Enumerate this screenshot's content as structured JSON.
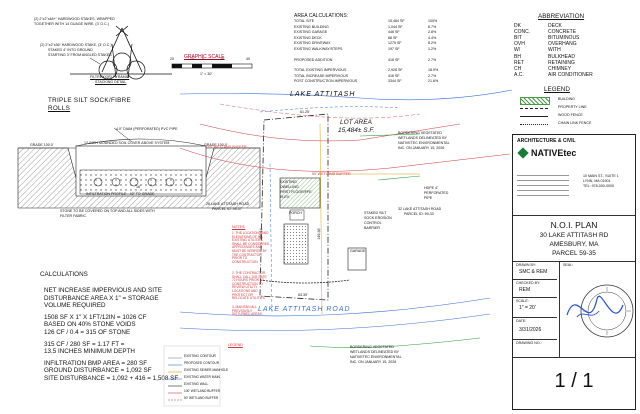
{
  "detail": {
    "stake_note_line1": "(2) 2\"x2\"x48+\" HARDWOOD STAKES, WRAPPED",
    "stake_note_line2": "TOGETHER WITH 14 GUAGE WIRE. (3' O.C.)",
    "stake_note2_line1": "(2) 2\"x2\"x36\" HARDWOOD STAKE, (3' O.C.)",
    "stake_note2_line2": "STAKED 4\" INTO GROUND",
    "stake_note2_line3": "STARTING 3' FROM ANGLED STAKES",
    "filter_label_line1": "FILTREXX(R) PYRAMID",
    "filter_label_line2": "STACKING DETAIL",
    "silt_title_line1": "TRIPLE SILT SOCK/FIBRE",
    "silt_title_line2": "ROLLS",
    "pipe_label": "4.0\" DIAM (PERFORATED) PVC PIPE",
    "mound_label": "12-INCH MOUNDED SOIL COVER ABOVE SYSTEM",
    "grade_left": "GRADE 100.0'",
    "grade_right": "GRADE 100.0'",
    "profile_label": "INFILTRATION PROFILE - 42\" TO GRADE",
    "stone_dims": "18'",
    "wrap_note_line1": "STONE TO BE COVERED ON TOP AND ALL SIDES WITH",
    "wrap_note_line2": "FILTER FABRIC"
  },
  "scale": {
    "title": "GRAPHIC SCALE",
    "ticks": [
      "20",
      "10",
      "0",
      "20",
      "40"
    ],
    "unit": "1\" = 30'"
  },
  "area_calc": {
    "title": "AREA CALCULATIONS:",
    "rows": [
      {
        "label": "TOTAL SITE",
        "value": "15,484 SF",
        "pct": "100%"
      },
      {
        "label": "EXISTING BUILDING",
        "value": "1,044 SF",
        "pct": "6.7%"
      },
      {
        "label": "EXISTING GARAGE",
        "value": "446 SF",
        "pct": "2.8%"
      },
      {
        "label": "EXISTING DECK",
        "value": "68 SF",
        "pct": "4.4%"
      },
      {
        "label": "EXISTING DRIVEWAY",
        "value": "1275 SF",
        "pct": "8.2%"
      },
      {
        "label": "EXISTING WALKWAY/STEPS",
        "value": "197 SF",
        "pct": "1.2%"
      }
    ],
    "proposed_label": "PROPOSED ADDITION",
    "proposed_value": "416 SF",
    "proposed_pct": "2.7%",
    "summary": [
      {
        "label": "TOTAL EXISTING IMPERVIOUS",
        "value": "2,928 SF",
        "pct": "18.9%"
      },
      {
        "label": "TOTAL INCREASE IMPERVIOUS",
        "value": "416 SF",
        "pct": "2.7%"
      },
      {
        "label": "POST CONSTRUCTION IMPERVIOUS",
        "value": "3344 SF",
        "pct": "21.6%"
      }
    ]
  },
  "abbreviation": {
    "title": "ABBREVIATION",
    "rows": [
      {
        "k": "DK",
        "v": "DECK"
      },
      {
        "k": "CONC.",
        "v": "CONCRETE"
      },
      {
        "k": "BIT",
        "v": "BITUMINOUS"
      },
      {
        "k": "OVH",
        "v": "OVERHANG"
      },
      {
        "k": "W/",
        "v": "WITH"
      },
      {
        "k": "BH",
        "v": "BULKHEAD"
      },
      {
        "k": "RET",
        "v": "RETAINING"
      },
      {
        "k": "CH",
        "v": "CHIMNEY"
      },
      {
        "k": "A.C.",
        "v": "AIR CONDITIONER"
      }
    ]
  },
  "legend": {
    "title": "LEGEND",
    "items": [
      "BUILDING",
      "PROPERTY LINE",
      "WOOD FENCE",
      "CHAIN LINK FENCE"
    ]
  },
  "firm": {
    "heading": "ARCHITECTURE & CIVIL",
    "logo_text": "NATIVEtec",
    "address_line1": "10 MAIN ST., SUITE 1",
    "address_line2": "LYNN, MA 01901",
    "address_line3": "TEL: 978-000-0000"
  },
  "title_block": {
    "plan_title": "N.O.I. PLAN",
    "address": "30 LAKE ATTITASH RD",
    "city": "AMESBURY, MA",
    "parcel": "PARCEL 59-35",
    "drawn_by_label": "DRAWN BY:",
    "drawn_by": "SMC & REM",
    "seal_label": "SEAL:",
    "checked_label": "CHECKED BY:",
    "checked_by": "REM",
    "scale_label": "SCALE:",
    "scale": "1\" = 20'",
    "date_label": "DATE:",
    "date": "3/31/2026",
    "drawing_no_label": "DRAWING NO.:",
    "sheet": "1 / 1"
  },
  "calculations": {
    "title": "CALCULATIONS",
    "lines": [
      "NET INCREASE IMPERVIOUS AND SITE",
      "DISTURBANCE AREA X 1\" = STORAGE",
      "VOLUME REQUIRED",
      "",
      "1508 SF X 1\" X 1FT/12IN = 1026 CF",
      "BASED ON 40% STONE VOIDS",
      "126 CF / 0.4 = 315 OF STONE",
      "",
      "315 CF / 280 SF = 1.17 FT =",
      "13.5 INCHES MINIMUM DEPTH",
      "",
      "INFILTRATION BMP AREA = 280 SF",
      "GROUND DISTURBANCE = 1,092 SF",
      "SITE DISTURBANCE = 1,092 + 416 = 1,508 SF"
    ]
  },
  "plan": {
    "lake_top": "LAKE ATTITASH",
    "lot_area_line1": "LOT AREA",
    "lot_area_line2": "15,484± S.F.",
    "lake_road": "LAKE ATTITASH ROAD",
    "bvw_top_line1": "BORDERING VEGETATED",
    "bvw_top_line2": "WETLANDS DELINEATED BY",
    "bvw_top_line3": "NATIVETEC ENVIRONMENTAL",
    "bvw_top_line4": "INC. ON JANUARY 15, 2026",
    "bvw_bot_line1": "BORDERING VEGETATED",
    "bvw_bot_line2": "WETLANDS DELINEATED BY",
    "bvw_bot_line3": "NATIVETEC ENVIRONMENTAL",
    "bvw_bot_line4": "INC. ON JANUARY 15, 2026",
    "existing_dwelling_line1": "EXISTING",
    "existing_dwelling_line2": "DWELLING",
    "existing_dwelling_line3": "FIRST FLOOR/FFE",
    "existing_dwelling_line4": "ELEV.",
    "parcel_left_line1": "28 LAKE ATTITASH ROAD",
    "parcel_left_line2": "PARCEL ID: 59-37",
    "parcel_right_line1": "32 LAKE ATTITASH ROAD",
    "parcel_right_line2": "PARCEL ID: 59-33",
    "hdpe_line1": "HDPE 4\"",
    "hdpe_line2": "PERFORATED",
    "hdpe_line3": "PIPE",
    "staked_line1": "STAKED SILT",
    "staked_line2": "SOCK EROSION",
    "staked_line3": "CONTROL",
    "staked_line4": "BARRIER",
    "garage_label": "GARAGE",
    "porch_label": "PORCH",
    "buffer_label_a": "50' WETLAND BUFFER",
    "buffer_label_b": "100' WETLAND BUFFER",
    "dim_top": "61.25'",
    "dim_bot": "63.39'",
    "dim_left": "168.61'",
    "dim_right": "149.36'"
  },
  "notes": {
    "title": "NOTES:",
    "items": [
      "1. THE LOCATIONS AND ELEVATIONS OF ALL EXISTING UTILITIES SHALL BE CONSIDERED APPROXIMATE AND MUST BE VERIFIED BY THE CONTRACTOR PRIOR TO CONSTRUCTION.",
      "2. THE CONTRACTOR SHALL CALL DIG-SAFE 72 HOURS PRIOR TO CONSTRUCTION TO REVIEW UTILITY LOCATIONS AND PROTECT OR RELOCATE UTILITIES.",
      "3. MAINTAIN ALL PREVIOUSLY DISTURBED AREAS."
    ]
  },
  "plan_legend": {
    "title": "LEGEND",
    "items": [
      "EXISTING CONTOUR",
      "PROPOSED CONTOUR",
      "EXISTING SEWER MANHOLE",
      "EXISTING WATER MAIN",
      "EXISTING WALL",
      "100' WETLAND BUFFER",
      "50' WETLAND BUFFER"
    ]
  },
  "colors": {
    "lake_line": "#3a6fd8",
    "wetland": "#2e9e3a",
    "sewer": "#d4a017",
    "water": "#3a6fd8",
    "buffer_red": "#d0363c",
    "building_hatch": "#4a9a4a"
  }
}
